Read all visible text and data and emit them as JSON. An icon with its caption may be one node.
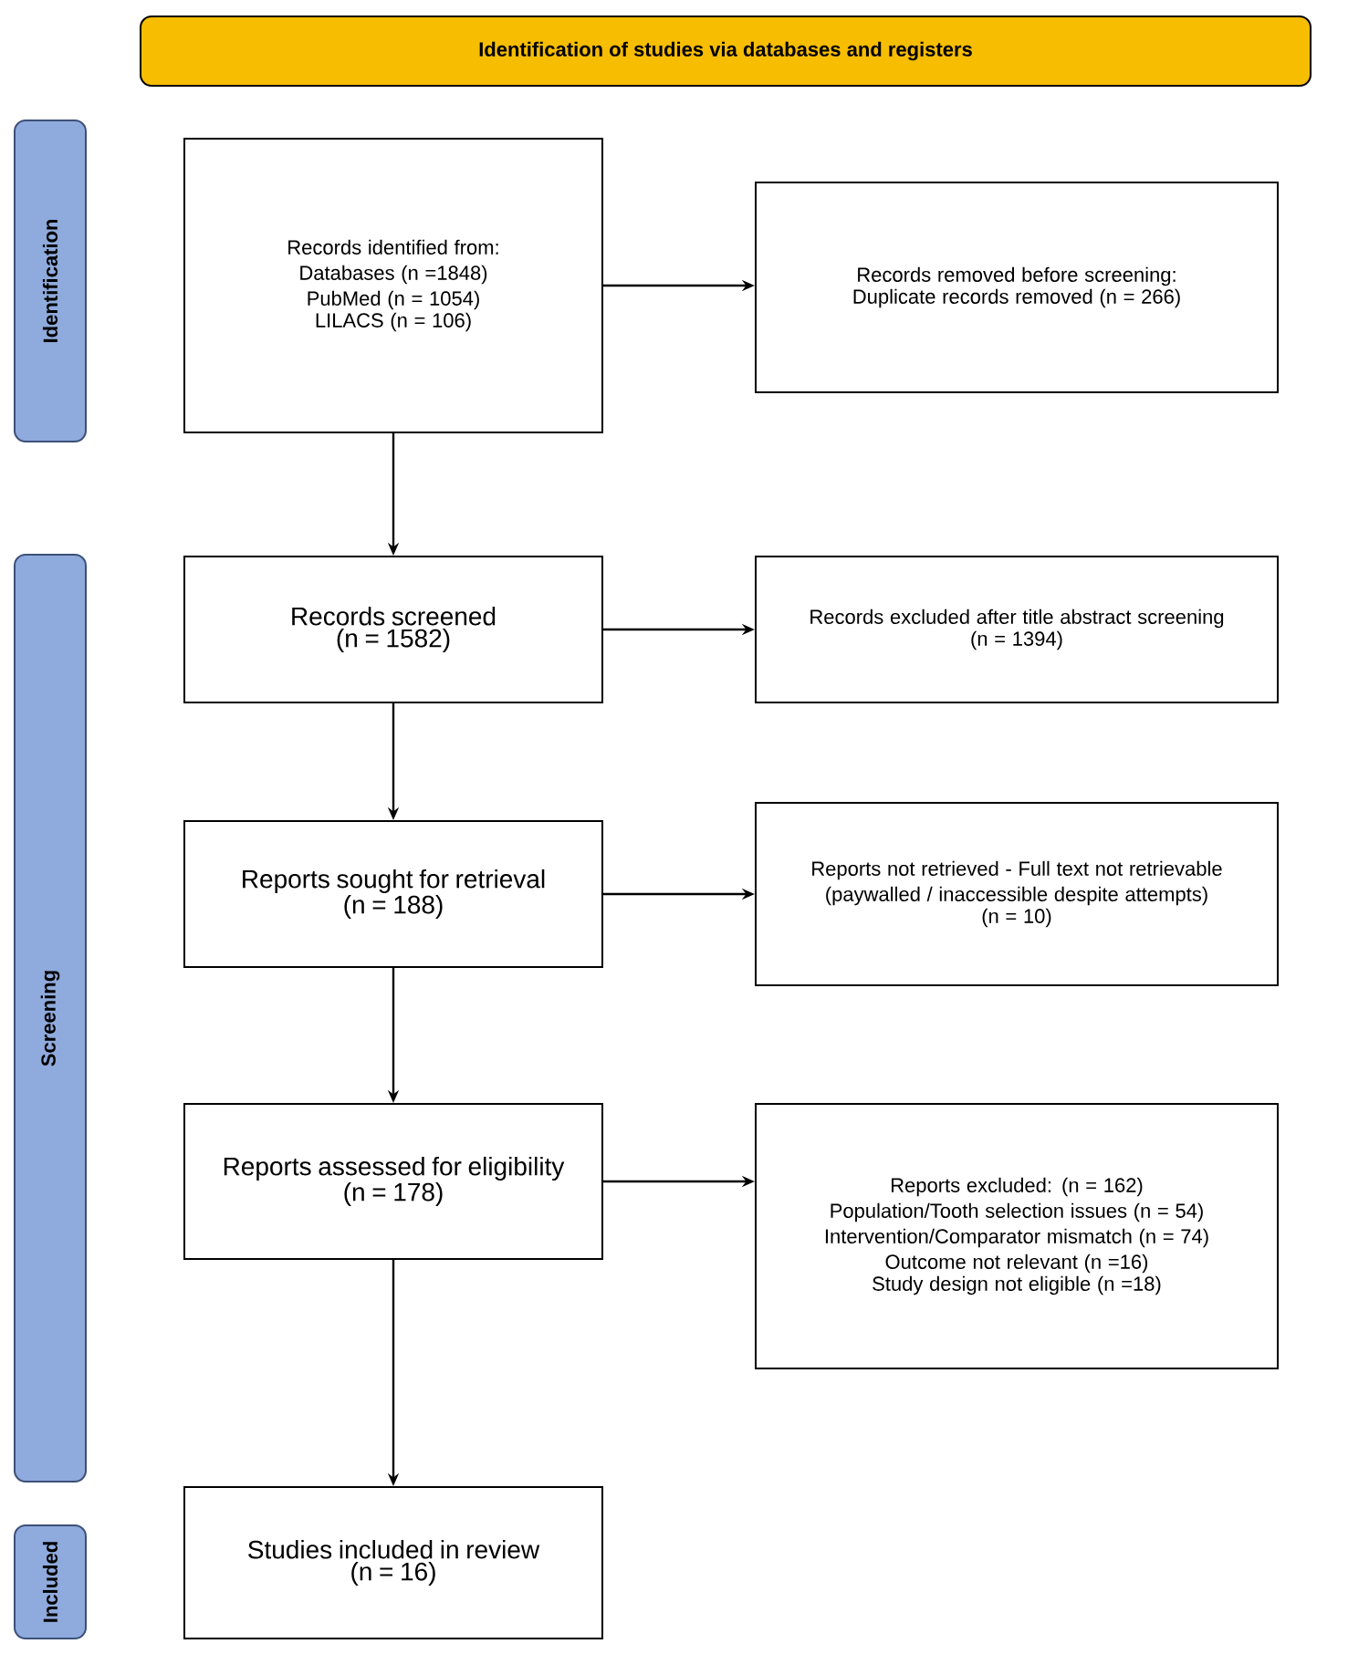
{
  "diagram": {
    "nodes": [
      {
        "text": [
          "Identification of studies via databases and registers"
        ]
      },
      {
        "text": [
          "Identification"
        ]
      },
      {
        "text": [
          "Screening"
        ]
      },
      {
        "text": [
          "Included"
        ]
      },
      {
        "text": [
          "Records identified from:",
          "Databases (n =1848)",
          "PubMed (n = 1054)",
          "LILACS (n = 106)"
        ]
      },
      {
        "text": [
          "Records removed before screening: Duplicate records removed (n = 266)"
        ]
      },
      {
        "text": [
          "Records screened",
          "(n = 1582)"
        ]
      },
      {
        "text": [
          "Records excluded after title abstract screening",
          "(n = 1394)"
        ]
      },
      {
        "text": [
          "Reports sought for retrieval",
          "(n = 188)"
        ]
      },
      {
        "text": [
          "Reports not retrieved - Full text not retrievable (paywalled / inaccessible despite attempts)",
          "(n = 10)"
        ]
      },
      {
        "text": [
          "Reports assessed for eligibility",
          "(n = 178)"
        ]
      },
      {
        "text": [
          "Reports excluded: (n = 162)",
          "Population/Tooth selection issues (n = 54)",
          "Intervention/Comparator mismatch (n = 74)",
          "Outcome not relevant (n =16)",
          "Study design not eligible (n =18)"
        ]
      },
      {
        "text": [
          "Studies included in review",
          "(n = 16)"
        ]
      }
    ],
    "edges": [
      {
        "from": 4,
        "to": 5,
        "arrow": "to"
      },
      {
        "from": 4,
        "to": 6,
        "arrow": "to"
      },
      {
        "from": 6,
        "to": 7,
        "arrow": "to"
      },
      {
        "from": 6,
        "to": 8,
        "arrow": "to"
      },
      {
        "from": 8,
        "to": 9,
        "arrow": "to"
      },
      {
        "from": 8,
        "to": 10,
        "arrow": "to"
      },
      {
        "from": 10,
        "to": 11,
        "arrow": "to"
      },
      {
        "from": 10,
        "to": 12,
        "arrow": "to"
      }
    ]
  }
}
